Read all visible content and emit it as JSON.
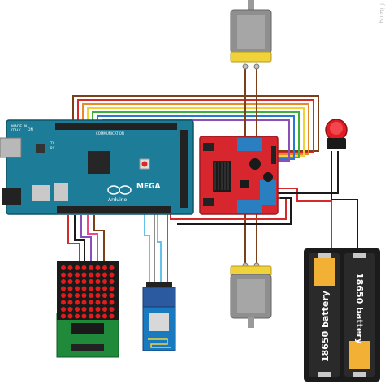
{
  "watermark": "fritzing",
  "arduino": {
    "board_name": "MEGA",
    "brand": "Arduino",
    "made_in": "MADE IN",
    "country": "ITALY",
    "on_label": "ON",
    "tx_label": "TX",
    "rx_label": "RX",
    "comm_label": "COMMUNICATION",
    "colors": {
      "board": "#1d7d98",
      "header": "#222222",
      "chip": "#262626"
    }
  },
  "motor_driver": {
    "color": "#d8262e",
    "terminal_color": "#2a7fc1",
    "heatsink_color": "#1a1a1a"
  },
  "battery_pack": {
    "cells": [
      {
        "label": "18650 battery"
      },
      {
        "label": "18650 battery"
      }
    ],
    "colors": {
      "holder": "#1b1b1b",
      "cell": "#2a2a2a",
      "band": "#f2b134"
    }
  },
  "switch": {
    "color": "#e31b23"
  },
  "motors": [
    {
      "name": "top-motor"
    },
    {
      "name": "bottom-motor"
    }
  ],
  "led_matrix": {
    "rows": 8,
    "cols": 8,
    "led_color": "#e11c1c",
    "board_color": "#1e8a3a"
  },
  "bluetooth": {
    "color": "#2c5aa0"
  },
  "wire_colors": {
    "red": "#d42a2a",
    "brown": "#7b3f1a",
    "yellow": "#f0d33b",
    "green": "#3fae3a",
    "blue": "#2a78d1",
    "purple": "#8a4fb8",
    "gray": "#8c8c8c",
    "black": "#1a1a1a",
    "pink": "#e84a8a",
    "light_blue": "#66c2e8",
    "orange": "#e88a2a"
  }
}
